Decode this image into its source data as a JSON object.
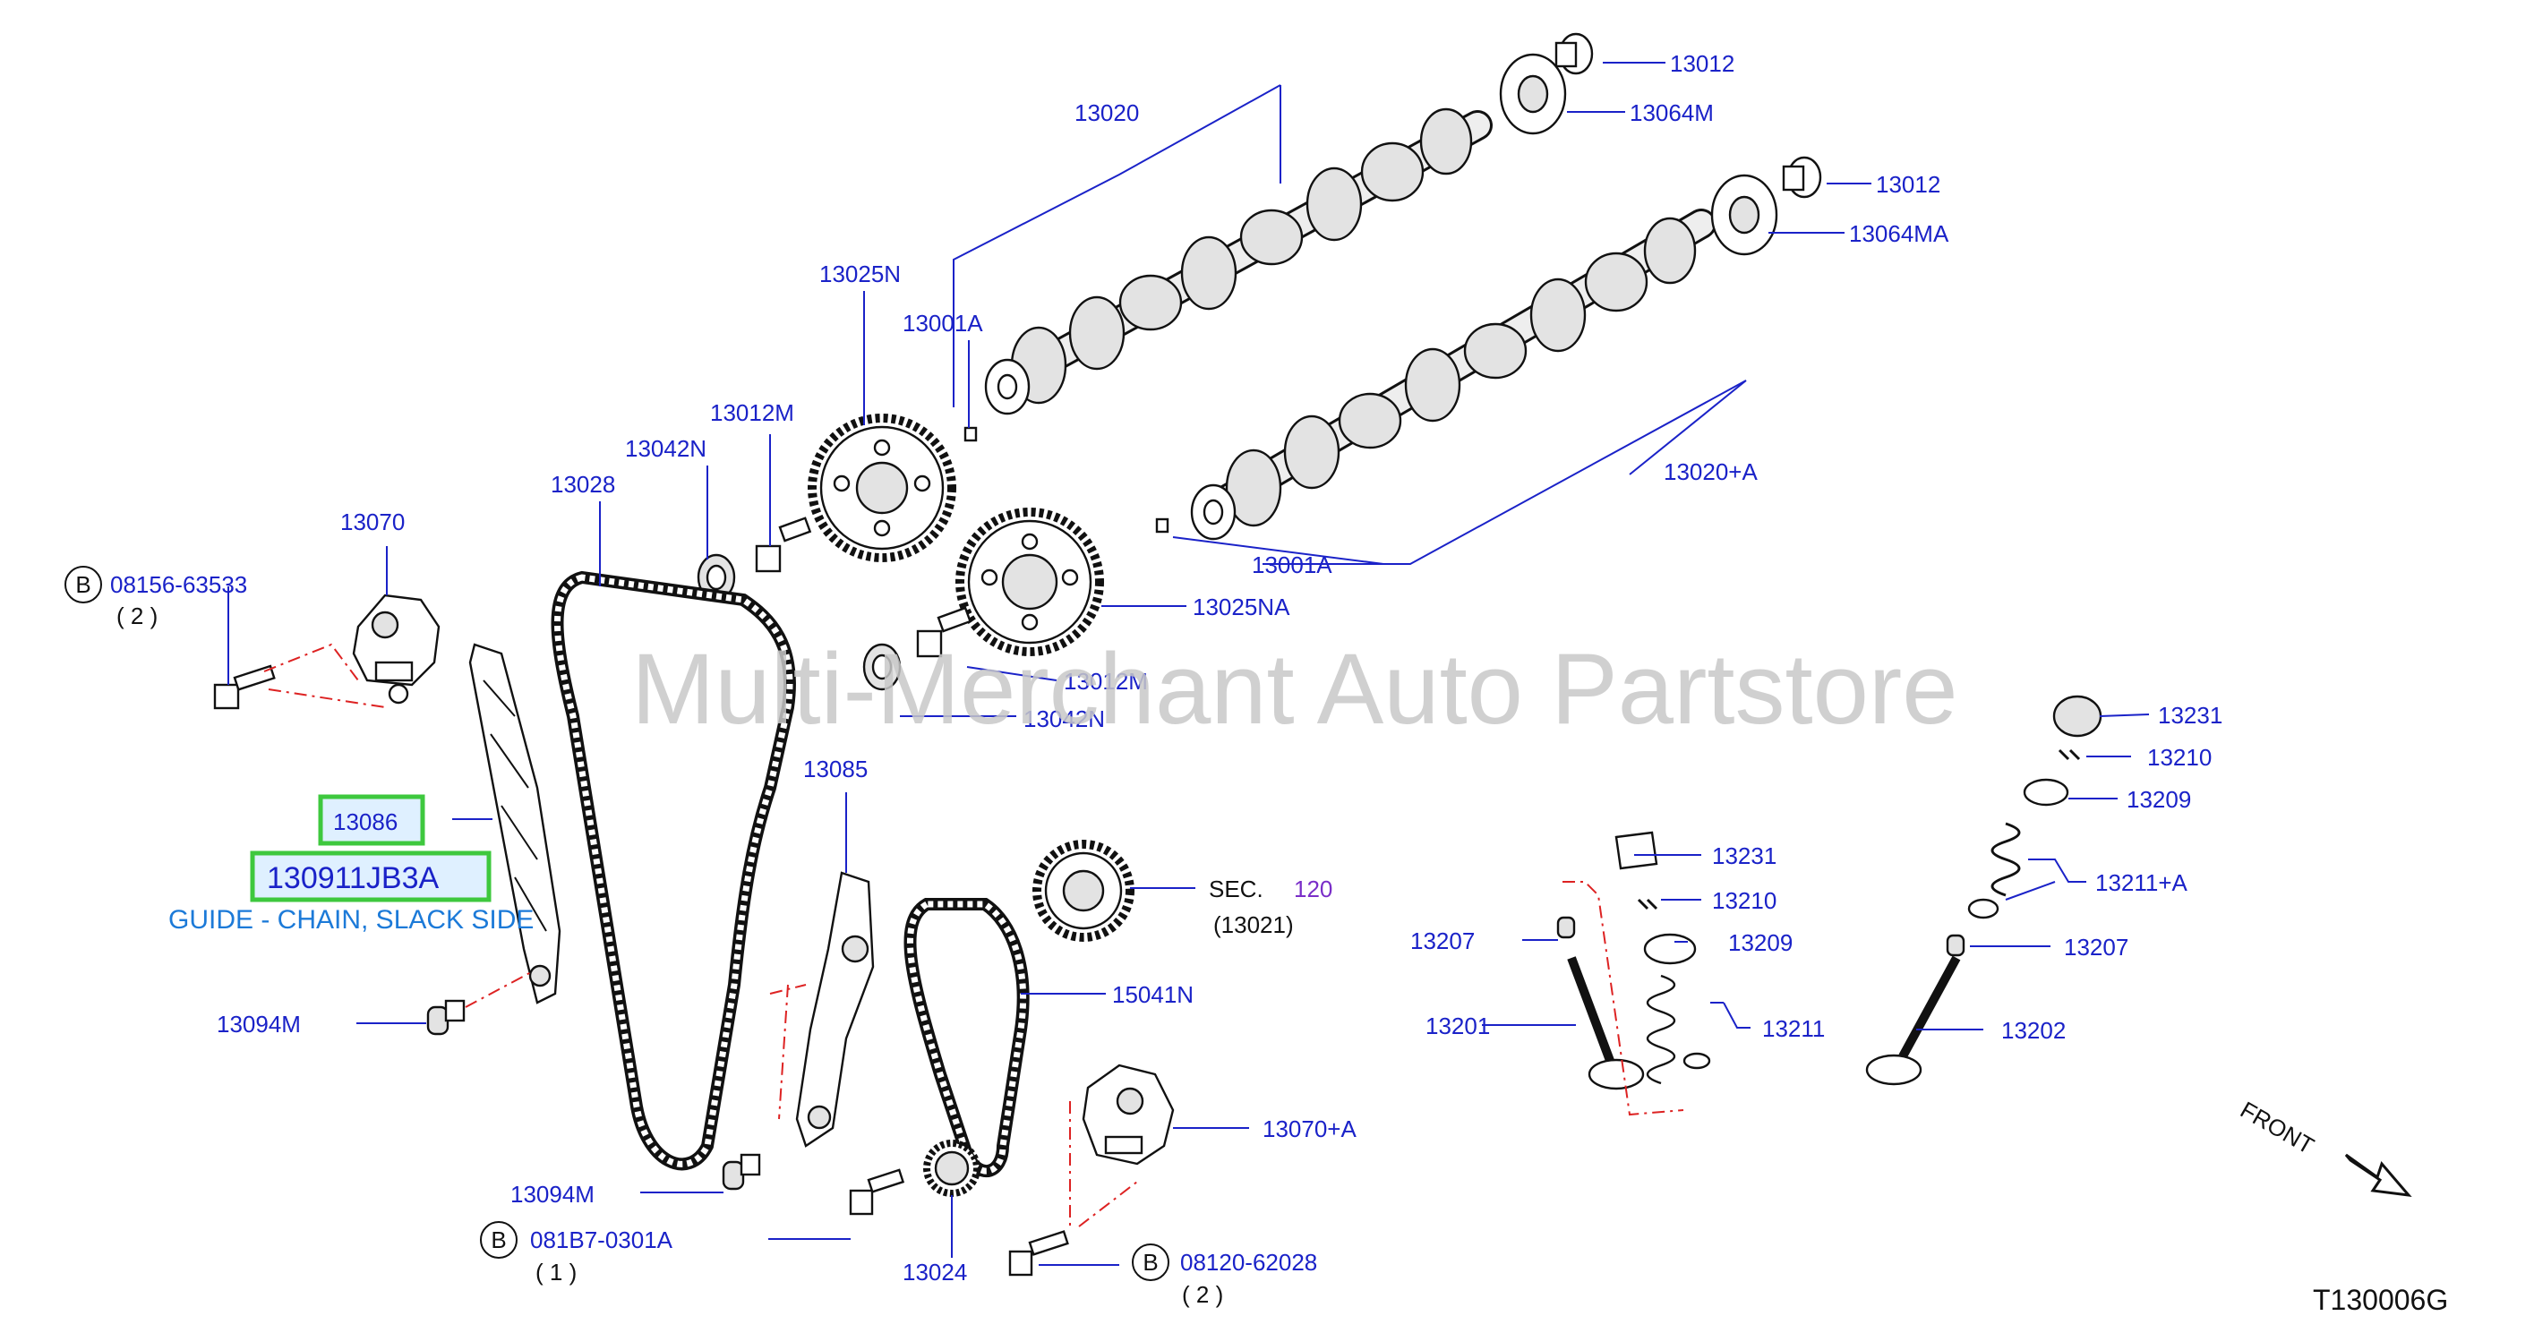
{
  "watermark": "Multi-Merchant Auto Partstore",
  "diagram_code": "T130006G",
  "front_label": "FRONT",
  "colors": {
    "label": "#1a22c8",
    "highlight_border": "#3ec83e",
    "highlight_fill": "#dff0ff",
    "dash": "#d22222",
    "section_num": "#7a2ec8"
  },
  "labels": {
    "p13012_top": "13012",
    "p13064M": "13064M",
    "p13020": "13020",
    "p13012_mid": "13012",
    "p13064MA": "13064MA",
    "p13025N": "13025N",
    "p13001A_top": "13001A",
    "p13012M_top": "13012M",
    "p13042N_top": "13042N",
    "p13028": "13028",
    "p13070": "13070",
    "p13020A": "13020+A",
    "p13001A_bot": "13001A",
    "p13025NA": "13025NA",
    "p13012M_bot": "13012M",
    "p13042N_bot": "13042N",
    "p13085": "13085",
    "p13086": "13086",
    "p13094M_left": "13094M",
    "p13094M_bot": "13094M",
    "p15041N": "15041N",
    "p13070A": "13070+A",
    "p13024": "13024",
    "sec_label": "SEC.",
    "sec_num": "120",
    "sec_ref": "(13021)",
    "p13231_mid": "13231",
    "p13210_mid": "13210",
    "p13209_mid": "13209",
    "p13207_left": "13207",
    "p13201": "13201",
    "p13211": "13211",
    "p13231_right": "13231",
    "p13210_right": "13210",
    "p13209_right": "13209",
    "p13211A": "13211+A",
    "p13207_right": "13207",
    "p13202": "13202"
  },
  "bolts": {
    "b1": {
      "badge": "B",
      "number": "08156-63533",
      "qty": "( 2 )"
    },
    "b2": {
      "badge": "B",
      "number": "081B7-0301A",
      "qty": "( 1 )"
    },
    "b3": {
      "badge": "B",
      "number": "08120-62028",
      "qty": "( 2 )"
    }
  },
  "highlight": {
    "part_number": "130911JB3A",
    "description": "GUIDE - CHAIN, SLACK SIDE"
  },
  "icons": [
    "arrow-front-icon",
    "bolt-badge-icon"
  ]
}
